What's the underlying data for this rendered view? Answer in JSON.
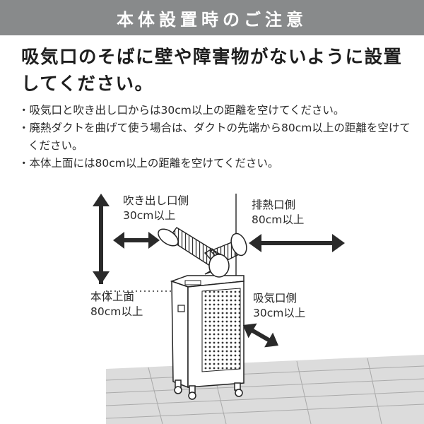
{
  "banner": {
    "title": "本体設置時のご注意"
  },
  "headline": {
    "text": "吸気口のそばに壁や障害物がないように設置してください。"
  },
  "bullets": [
    {
      "text": "吸気口と吹き出し口からは30cm以上の距離を空けてください。"
    },
    {
      "text": "廃熱ダクトを曲げて使う場合は、ダクトの先端から80cm以上の距離を空けてください。"
    },
    {
      "text": "本体上面には80cm以上の距離を空けてください。"
    }
  ],
  "diagram": {
    "outlet": {
      "name": "吹き出し口側",
      "distance": "30cm以上"
    },
    "exhaust": {
      "name": "排熱口側",
      "distance": "80cm以上"
    },
    "top": {
      "name": "本体上面",
      "distance": "80cm以上"
    },
    "intake": {
      "name": "吸気口側",
      "distance": "30cm以上"
    }
  }
}
